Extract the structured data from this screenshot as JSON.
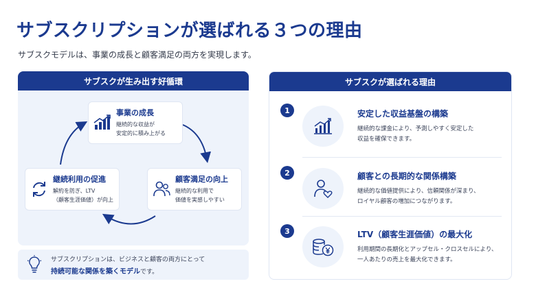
{
  "header": {
    "title": "サブスクリプションが選ばれる３つの理由",
    "subtitle": "サブスクモデルは、事業の成長と顧客満足の両方を実現します。"
  },
  "cycle": {
    "heading": "サブスクが生み出す好循環",
    "nodes": [
      {
        "title": "事業の成長",
        "line1": "継続的な収益が",
        "line2": "安定的に積み上がる",
        "icon": "bar-chart-growth-icon"
      },
      {
        "title": "顧客満足の向上",
        "line1": "継続的な利用で",
        "line2": "価値を実感しやすい",
        "icon": "users-icon"
      },
      {
        "title": "継続利用の促進",
        "line1": "解約を防ぎ、LTV",
        "line2": "（顧客生涯価値）が向上",
        "icon": "refresh-cycle-icon"
      }
    ],
    "tip": {
      "line1": "サブスクリプションは、ビジネスと顧客の両方にとって",
      "highlight": "持続可能な関係を築くモデル",
      "suffix": "です。",
      "icon": "lightbulb-icon"
    }
  },
  "reasons": {
    "heading": "サブスクが選ばれる理由",
    "items": [
      {
        "num": "1",
        "title": "安定した収益基盤の構築",
        "line1": "継続的な課金により、予測しやすく安定した",
        "line2": "収益を確保できます。",
        "icon": "growth-chart-icon"
      },
      {
        "num": "2",
        "title": "顧客との長期的な関係構築",
        "line1": "継続的な価値提供により、信頼関係が深まり、",
        "line2": "ロイヤル顧客の増加につながります。",
        "icon": "user-heart-icon"
      },
      {
        "num": "3",
        "title": "LTV（顧客生涯価値）の最大化",
        "line1": "利用期間の長期化とアップセル・クロスセルにより、",
        "line2": "一人あたりの売上を最大化できます。",
        "icon": "coins-yen-icon"
      }
    ]
  },
  "colors": {
    "primary": "#1b3a8f",
    "panel": "#eef3fb",
    "text": "#3a4258"
  }
}
